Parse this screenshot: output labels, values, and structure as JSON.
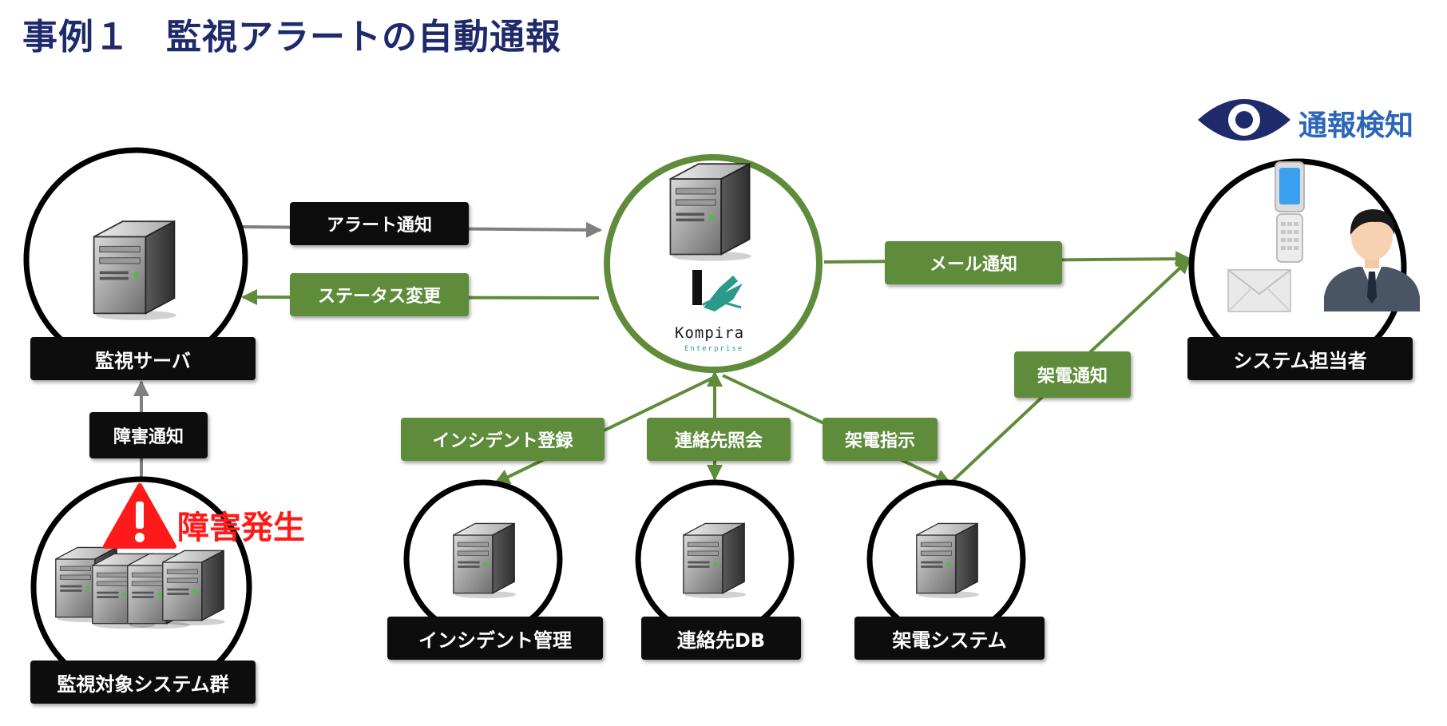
{
  "title": "事例１　監視アラートの自動通報",
  "nodes": {
    "monitor_server": "監視サーバ",
    "target_systems": "監視対象システム群",
    "incident_mgmt": "インシデント管理",
    "contact_db": "連絡先DB",
    "call_system": "架電システム",
    "person_in_charge": "システム担当者"
  },
  "edges": {
    "alert_notify": "アラート通知",
    "status_change": "ステータス変更",
    "fault_notify": "障害通知",
    "mail_notify": "メール通知",
    "call_notify": "架電通知",
    "incident_register": "インシデント登録",
    "contact_lookup": "連絡先照会",
    "call_instruct": "架電指示"
  },
  "annotations": {
    "fault_occurred": "障害発生",
    "notify_detect": "通報検知"
  },
  "logo": {
    "name": "Kompira",
    "sub": "Enterprise"
  },
  "colors": {
    "title": "#1f2a6b",
    "accent_green": "#5f8c3a",
    "label_black": "#0d0d0d",
    "alert_red": "#ff1a1a",
    "eye_blue": "#1f2a6b"
  }
}
